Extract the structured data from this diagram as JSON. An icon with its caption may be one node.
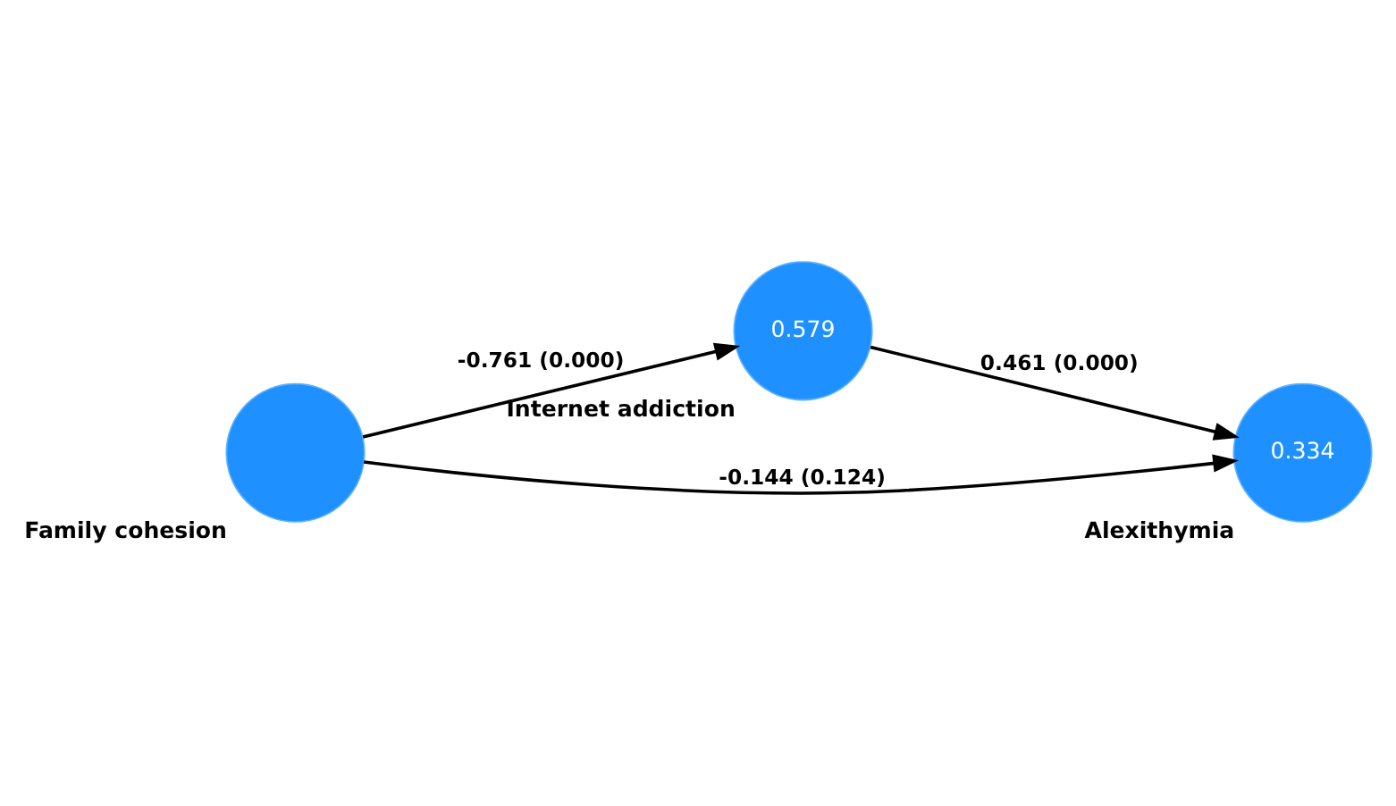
{
  "diagram": {
    "nodes": [
      {
        "text": [
          "Family cohesion"
        ]
      },
      {
        "text": [
          "0.579",
          "Internet addiction"
        ]
      },
      {
        "text": [
          "0.334",
          "Alexithymia"
        ]
      }
    ],
    "edges": [
      {
        "from": 0,
        "to": 1,
        "arrow": "to",
        "label": "-0.761 (0.000)"
      },
      {
        "from": 1,
        "to": 2,
        "arrow": "to",
        "label": "0.461 (0.000)"
      },
      {
        "from": 0,
        "to": 2,
        "arrow": "to",
        "label": "-0.144 (0.124)"
      }
    ]
  }
}
